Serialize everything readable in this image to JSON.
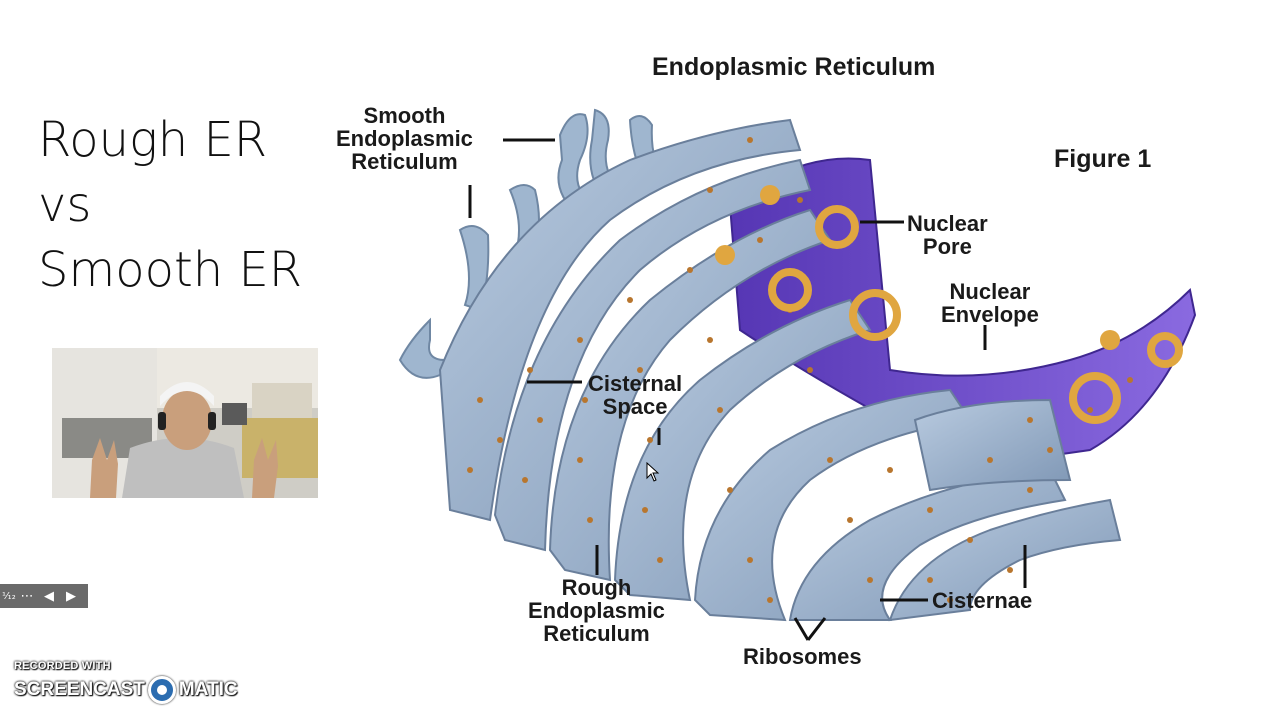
{
  "slide": {
    "title_lines": [
      "Rough ER",
      "vs",
      "Smooth ER"
    ]
  },
  "figure": {
    "title": "Endoplasmic Reticulum",
    "figure_label": "Figure 1",
    "labels": {
      "smooth_er": [
        "Smooth",
        "Endoplasmic",
        "Reticulum"
      ],
      "nuclear_pore": [
        "Nuclear",
        "Pore"
      ],
      "nuclear_envelope": [
        "Nuclear",
        "Envelope"
      ],
      "cisternal_space": [
        "Cisternal",
        "Space"
      ],
      "rough_er": [
        "Rough",
        "Endoplasmic",
        "Reticulum"
      ],
      "cisternae": "Cisternae",
      "ribosomes": "Ribosomes"
    },
    "colors": {
      "membrane": "#9fb6cf",
      "membrane_dark": "#6f87a3",
      "ribosome": "#b8762e",
      "nucleus": "#6a4bc4",
      "pore": "#e0a640"
    }
  },
  "toolbar": {
    "page_indicator": "⅟₁₂",
    "more_icon": "more-icon",
    "prev_icon": "arrow-left-icon",
    "next_icon": "arrow-right-icon"
  },
  "watermark": {
    "line1": "RECORDED WITH",
    "brand_left": "SCREENCAST",
    "brand_right": "MATIC"
  }
}
